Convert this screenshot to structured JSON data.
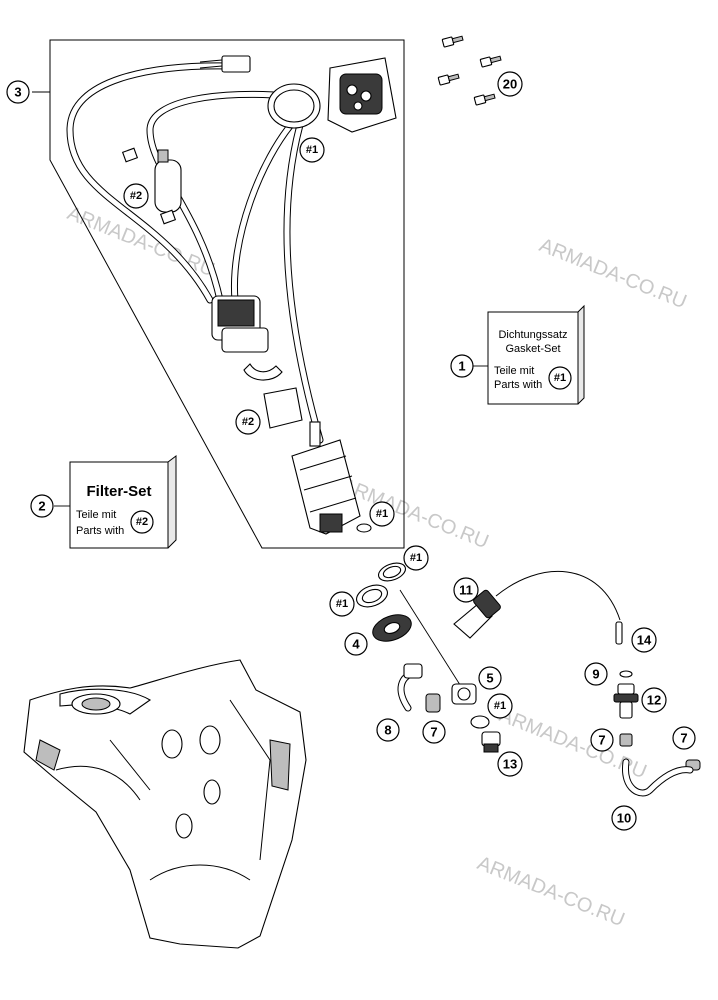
{
  "watermark": "ARMADA-CO.RU",
  "callouts": {
    "c1": "1",
    "c2": "2",
    "c3": "3",
    "c4": "4",
    "c5": "5",
    "c7a": "7",
    "c7b": "7",
    "c7c": "7",
    "c8": "8",
    "c9": "9",
    "c10": "10",
    "c11": "11",
    "c12": "12",
    "c13": "13",
    "c14": "14",
    "c20": "20"
  },
  "refs": {
    "ref_1": "#1",
    "ref_2": "#2"
  },
  "gasket_set": {
    "line1": "Dichtungssatz",
    "line2": "Gasket-Set",
    "line3": "Teile mit",
    "line4": "Parts with",
    "ref": "#1"
  },
  "filter_set": {
    "title": "Filter-Set",
    "line1": "Teile mit",
    "line2": "Parts with",
    "ref": "#2"
  }
}
